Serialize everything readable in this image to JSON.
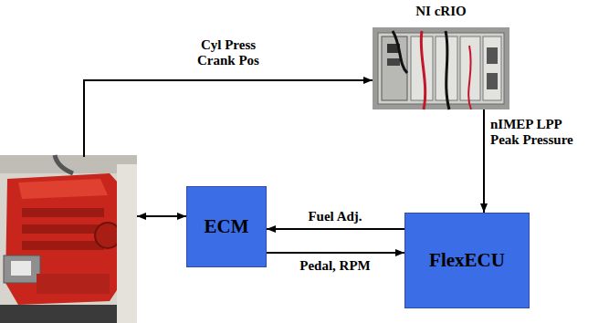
{
  "diagram": {
    "nodes": [
      {
        "text": [
          "NI cRIO"
        ]
      },
      {
        "text": [
          "ECM"
        ]
      },
      {
        "text": [
          "FlexECU"
        ]
      }
    ],
    "edges": [
      {
        "from": 0,
        "to": 2,
        "arrow": "to",
        "label": "nIMEP LPP Peak Pressure"
      },
      {
        "from": 2,
        "to": 1,
        "arrow": "to",
        "label": "Fuel Adj."
      },
      {
        "from": 1,
        "to": 2,
        "arrow": "to",
        "label": "Pedal, RPM"
      }
    ],
    "labels": [
      "Cyl Press Crank Pos"
    ]
  }
}
